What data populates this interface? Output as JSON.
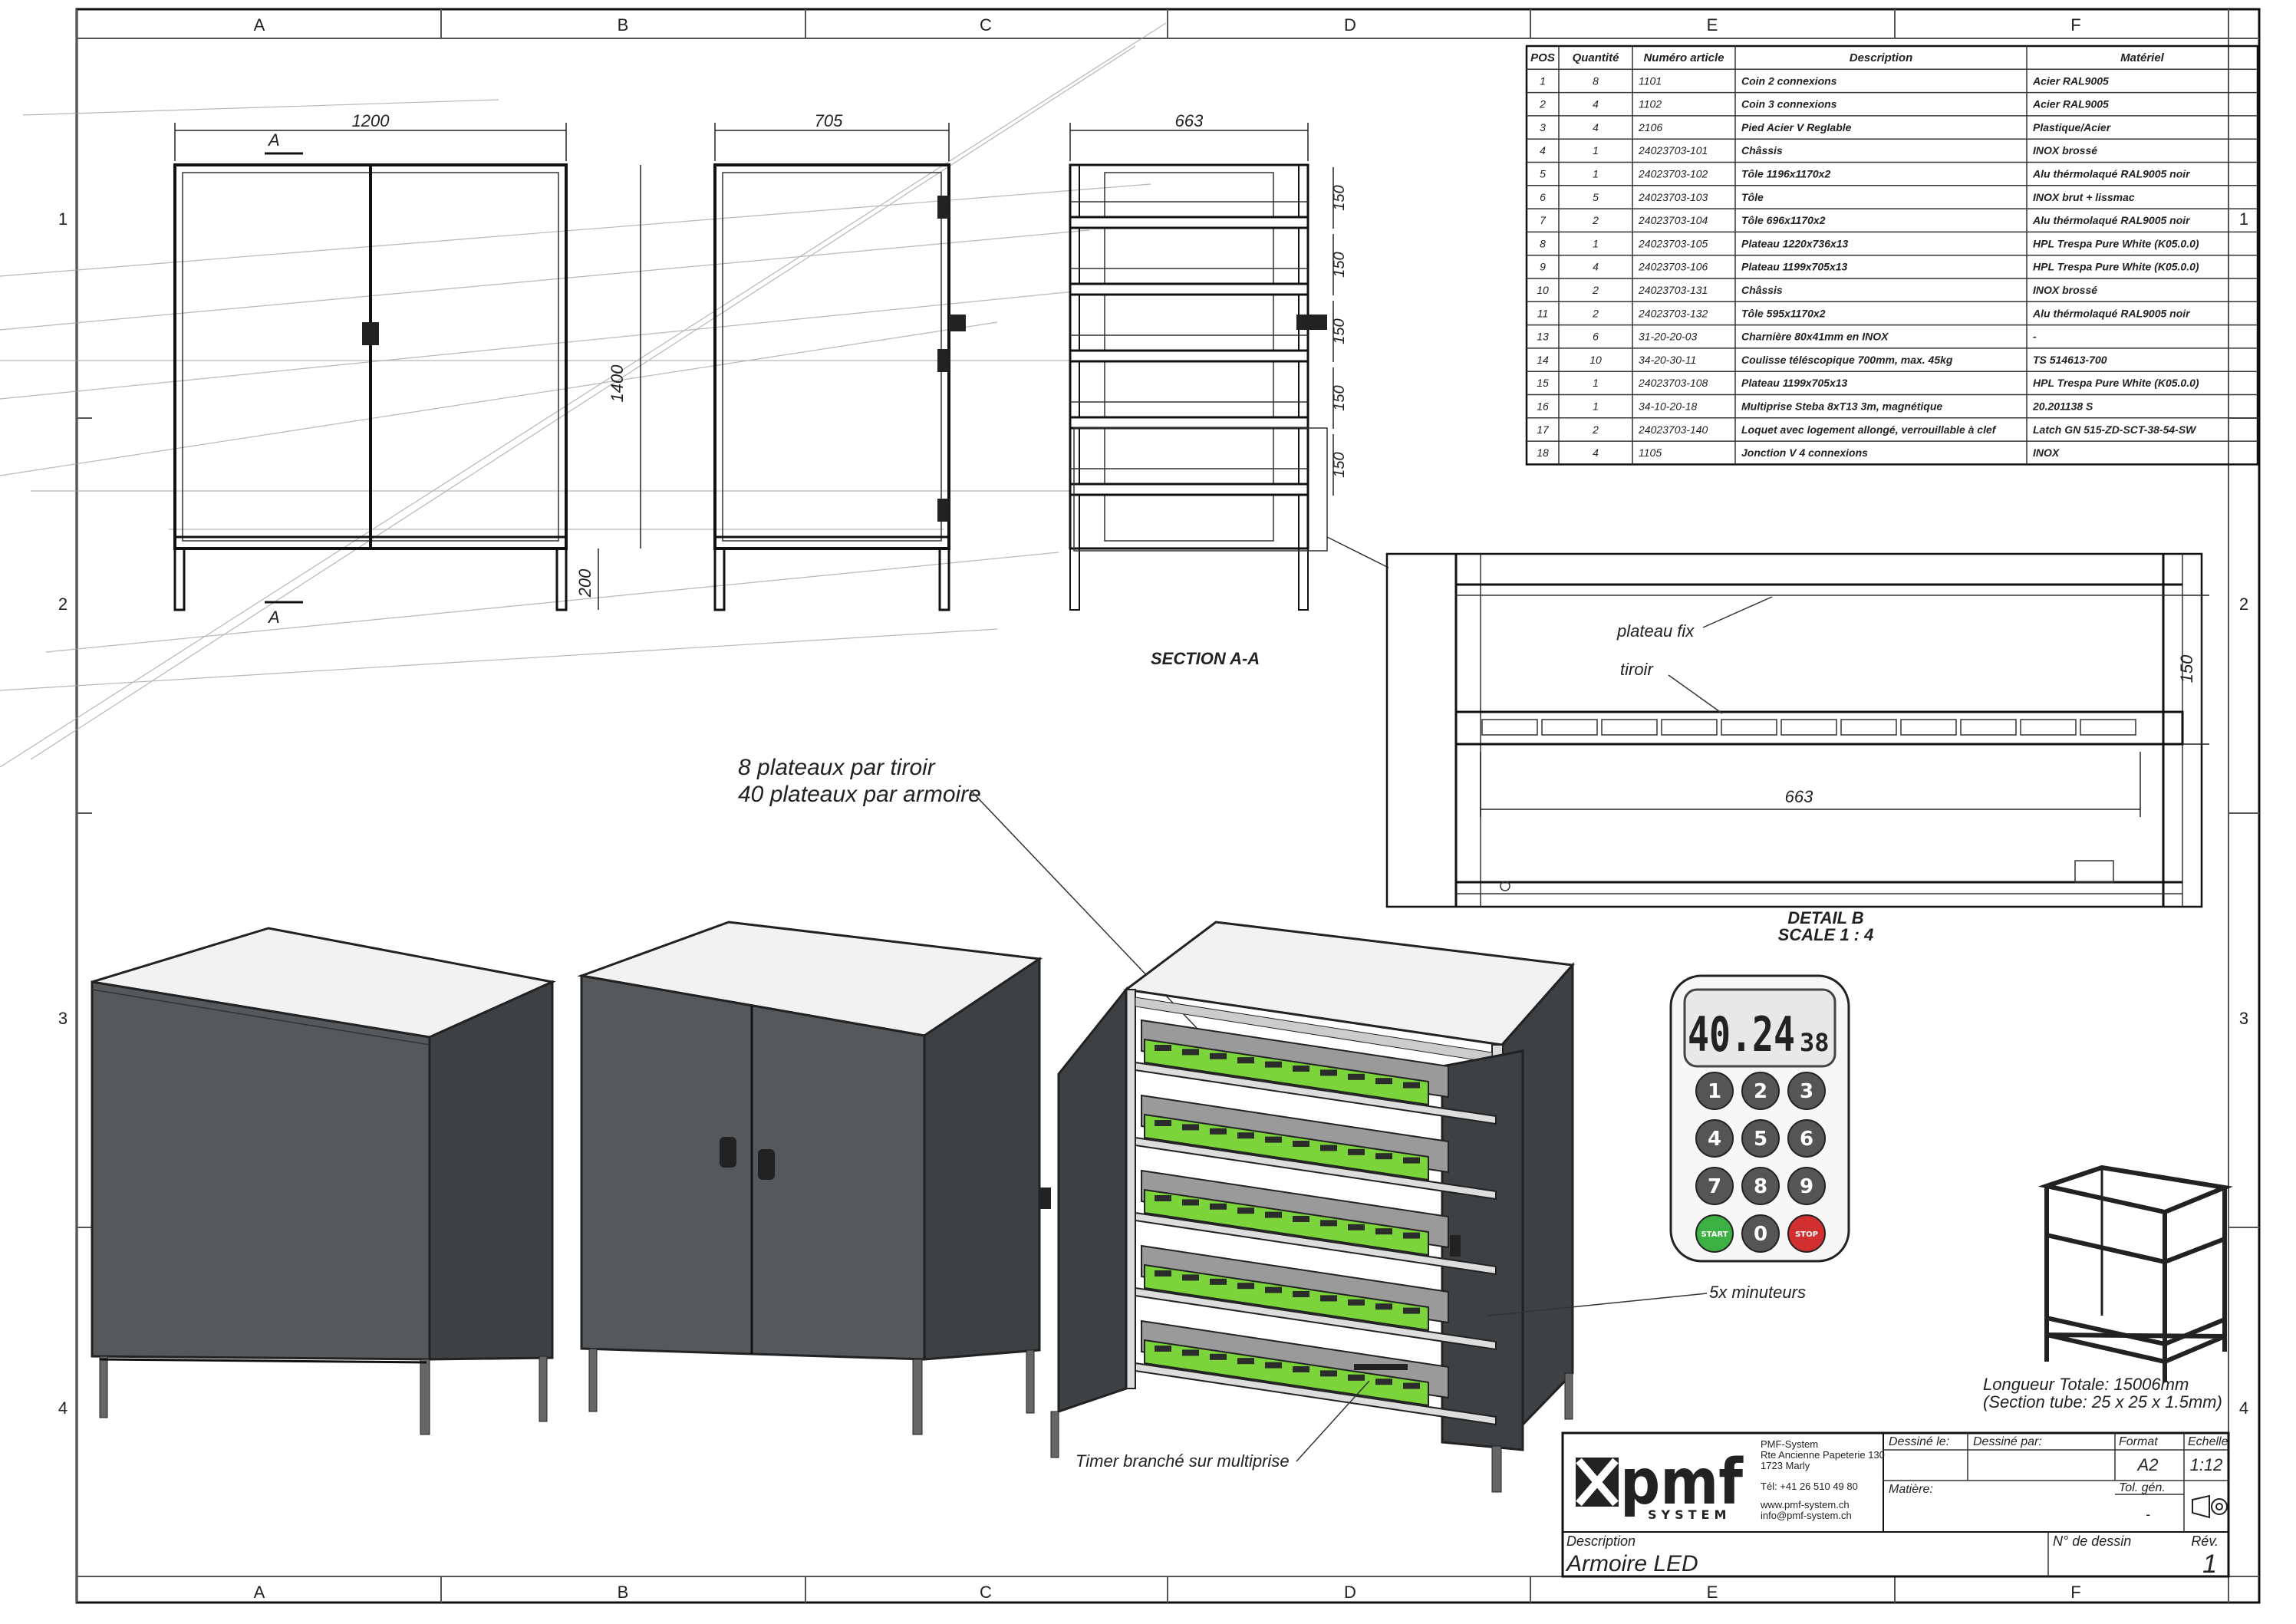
{
  "frame": {
    "columns": [
      "A",
      "B",
      "C",
      "D",
      "E",
      "F"
    ],
    "rows": [
      "1",
      "2",
      "3",
      "4"
    ]
  },
  "bom": {
    "headers": [
      "POS",
      "Quantité",
      "Numéro article",
      "Description",
      "Matériel"
    ],
    "rows": [
      [
        "1",
        "8",
        "1101",
        "Coin 2 connexions",
        "Acier RAL9005"
      ],
      [
        "2",
        "4",
        "1102",
        "Coin 3 connexions",
        "Acier RAL9005"
      ],
      [
        "3",
        "4",
        "2106",
        "Pied Acier V Reglable",
        "Plastique/Acier"
      ],
      [
        "4",
        "1",
        "24023703-101",
        "Châssis",
        "INOX brossé"
      ],
      [
        "5",
        "1",
        "24023703-102",
        "Tôle 1196x1170x2",
        "Alu thérmolaqué RAL9005 noir"
      ],
      [
        "6",
        "5",
        "24023703-103",
        "Tôle",
        "INOX brut + lissmac"
      ],
      [
        "7",
        "2",
        "24023703-104",
        "Tôle 696x1170x2",
        "Alu thérmolaqué RAL9005 noir"
      ],
      [
        "8",
        "1",
        "24023703-105",
        "Plateau 1220x736x13",
        "HPL Trespa Pure White (K05.0.0)"
      ],
      [
        "9",
        "4",
        "24023703-106",
        "Plateau 1199x705x13",
        "HPL Trespa Pure White (K05.0.0)"
      ],
      [
        "10",
        "2",
        "24023703-131",
        "Châssis",
        "INOX brossé"
      ],
      [
        "11",
        "2",
        "24023703-132",
        "Tôle 595x1170x2",
        "Alu thérmolaqué RAL9005 noir"
      ],
      [
        "13",
        "6",
        "31-20-20-03",
        "Charnière 80x41mm en INOX",
        "-"
      ],
      [
        "14",
        "10",
        "34-20-30-11",
        "Coulisse téléscopique 700mm, max. 45kg",
        "TS 514613-700"
      ],
      [
        "15",
        "1",
        "24023703-108",
        "Plateau 1199x705x13",
        "HPL Trespa Pure White (K05.0.0)"
      ],
      [
        "16",
        "1",
        "34-10-20-18",
        "Multiprise Steba 8xT13 3m, magnétique",
        "20.201138 S"
      ],
      [
        "17",
        "2",
        "24023703-140",
        "Loquet avec logement allongé, verrouillable à clef",
        "Latch GN 515-ZD-SCT-38-54-SW"
      ],
      [
        "18",
        "4",
        "1105",
        "Jonction V 4 connexions",
        "INOX"
      ]
    ]
  },
  "dims": {
    "front_width": "1200",
    "side_width": "705",
    "section_width": "663",
    "height": "1400",
    "leg_height": "200",
    "shelf_pitch": "150",
    "detail_height": "150",
    "detail_width": "663",
    "cut_mark": "A"
  },
  "labels": {
    "section": "SECTION A-A",
    "plateau_fix": "plateau fix",
    "tiroir": "tiroir",
    "detail_title": "DETAIL B",
    "detail_scale": "SCALE 1 : 4",
    "plateaux_tiroir": "8 plateaux par tiroir",
    "plateaux_armoire": "40 plateaux par armoire",
    "minuteurs": "5x minuteurs",
    "timer": "Timer branché sur multiprise",
    "longueur": "Longueur Totale: 15006mm",
    "section_tube": "(Section tube: 25 x 25 x 1.5mm)"
  },
  "timer_device": {
    "display_main": "40.24",
    "display_small": "38",
    "keys": [
      "1",
      "2",
      "3",
      "4",
      "5",
      "6",
      "7",
      "8",
      "9",
      "START",
      "0",
      "STOP"
    ]
  },
  "title_block": {
    "logo": "pmf",
    "logo_sub": "SYSTEM",
    "company": "PMF-System",
    "address1": "Rte Ancienne Papeterie 130",
    "address2": "1723 Marly",
    "phone": "Tél:  +41 26 510 49 80",
    "web": "www.pmf-system.ch",
    "email": "info@pmf-system.ch",
    "dessine_le_label": "Dessiné le:",
    "dessine_par_label": "Dessiné par:",
    "format_label": "Format",
    "format_value": "A2",
    "echelle_label": "Echelle",
    "echelle_value": "1:12",
    "matiere_label": "Matière:",
    "tol_label": "Tol. gén.",
    "tol_value": "-",
    "description_label": "Description",
    "description_value": "Armoire LED",
    "dessin_label": "N° de dessin",
    "rev_label": "Rév.",
    "rev_value": "1"
  },
  "colors": {
    "panel": "#55595b",
    "panel_dark": "#3d4143",
    "tray_green": "#7bd43a",
    "frame": "#222222"
  }
}
